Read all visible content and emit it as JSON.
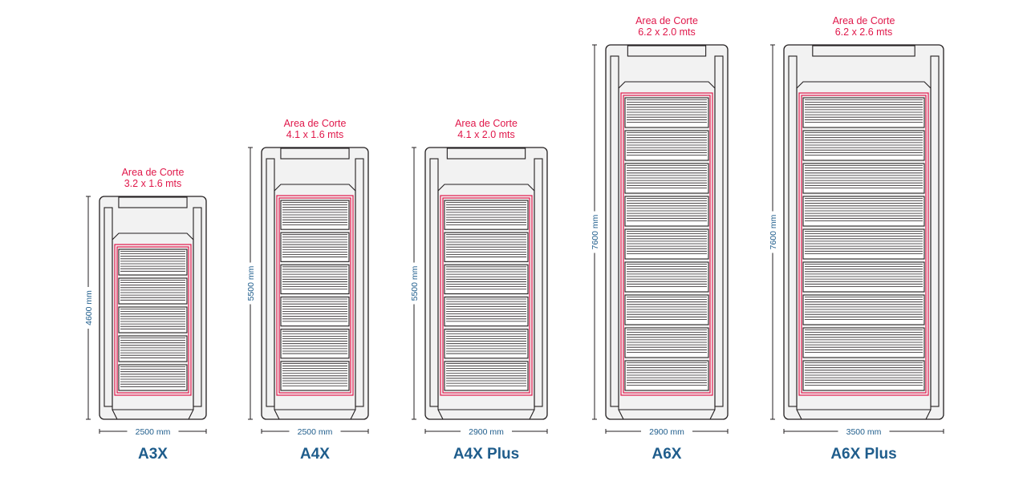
{
  "machines": [
    {
      "model": "A3X",
      "cut_area_label": "Area de Corte",
      "cut_area_size": "3.2 x 1.6 mts",
      "width": "2500 mm",
      "height": "4600 mm"
    },
    {
      "model": "A4X",
      "cut_area_label": "Area de Corte",
      "cut_area_size": "4.1 x 1.6 mts",
      "width": "2500 mm",
      "height": "5500 mm"
    },
    {
      "model": "A4X Plus",
      "cut_area_label": "Area de Corte",
      "cut_area_size": "4.1 x 2.0 mts",
      "width": "2900 mm",
      "height": "5500 mm"
    },
    {
      "model": "A6X",
      "cut_area_label": "Area de Corte",
      "cut_area_size": "6.2 x 2.0 mts",
      "width": "2900 mm",
      "height": "7600 mm"
    },
    {
      "model": "A6X Plus",
      "cut_area_label": "Area de Corte",
      "cut_area_size": "6.2 x 2.6 mts",
      "width": "3500 mm",
      "height": "7600 mm"
    }
  ],
  "colors": {
    "cut_area": "#e0174a",
    "dimension_text": "#1f5d8c",
    "outline": "#231f20",
    "frame_fill": "#f2f2f2"
  }
}
